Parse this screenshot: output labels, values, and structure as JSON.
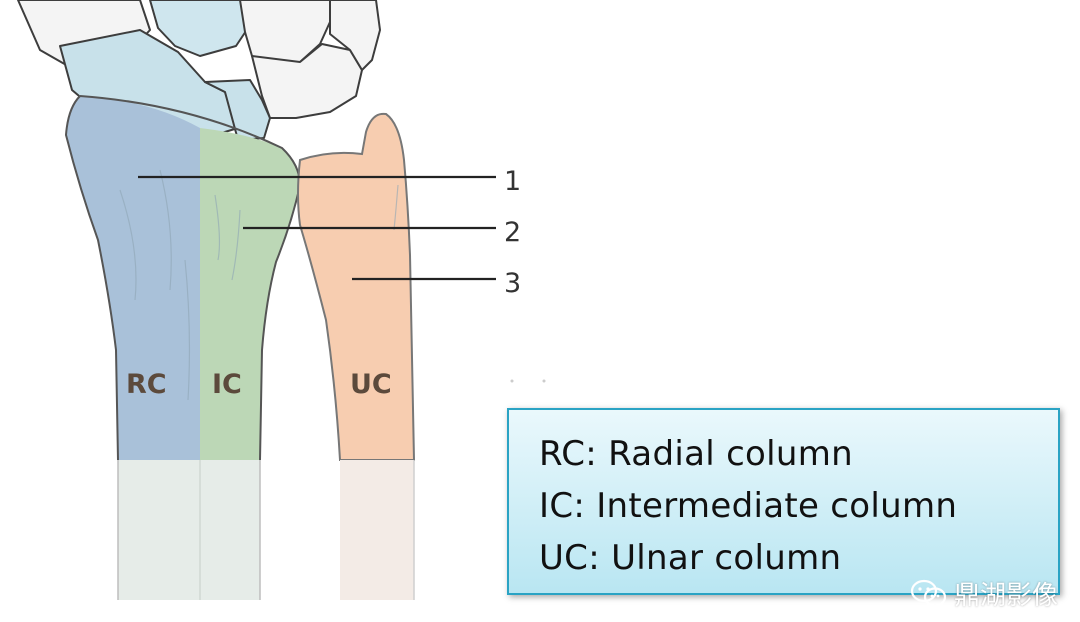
{
  "columns": {
    "radial": "RC",
    "intermediate": "IC",
    "ulnar": "UC"
  },
  "pointers": [
    "1",
    "2",
    "3"
  ],
  "legend": {
    "line1": "RC: Radial column",
    "line2": "IC: Intermediate column",
    "line3": "UC: Ulnar column"
  },
  "watermark": {
    "text": "鼎湖影像",
    "icon": "wechat-icon"
  },
  "colors": {
    "radial_column": "#a9c1d9",
    "intermediate_column": "#bcd7b6",
    "ulnar_column": "#f7cdb0",
    "legend_border": "#2aa3c4"
  }
}
